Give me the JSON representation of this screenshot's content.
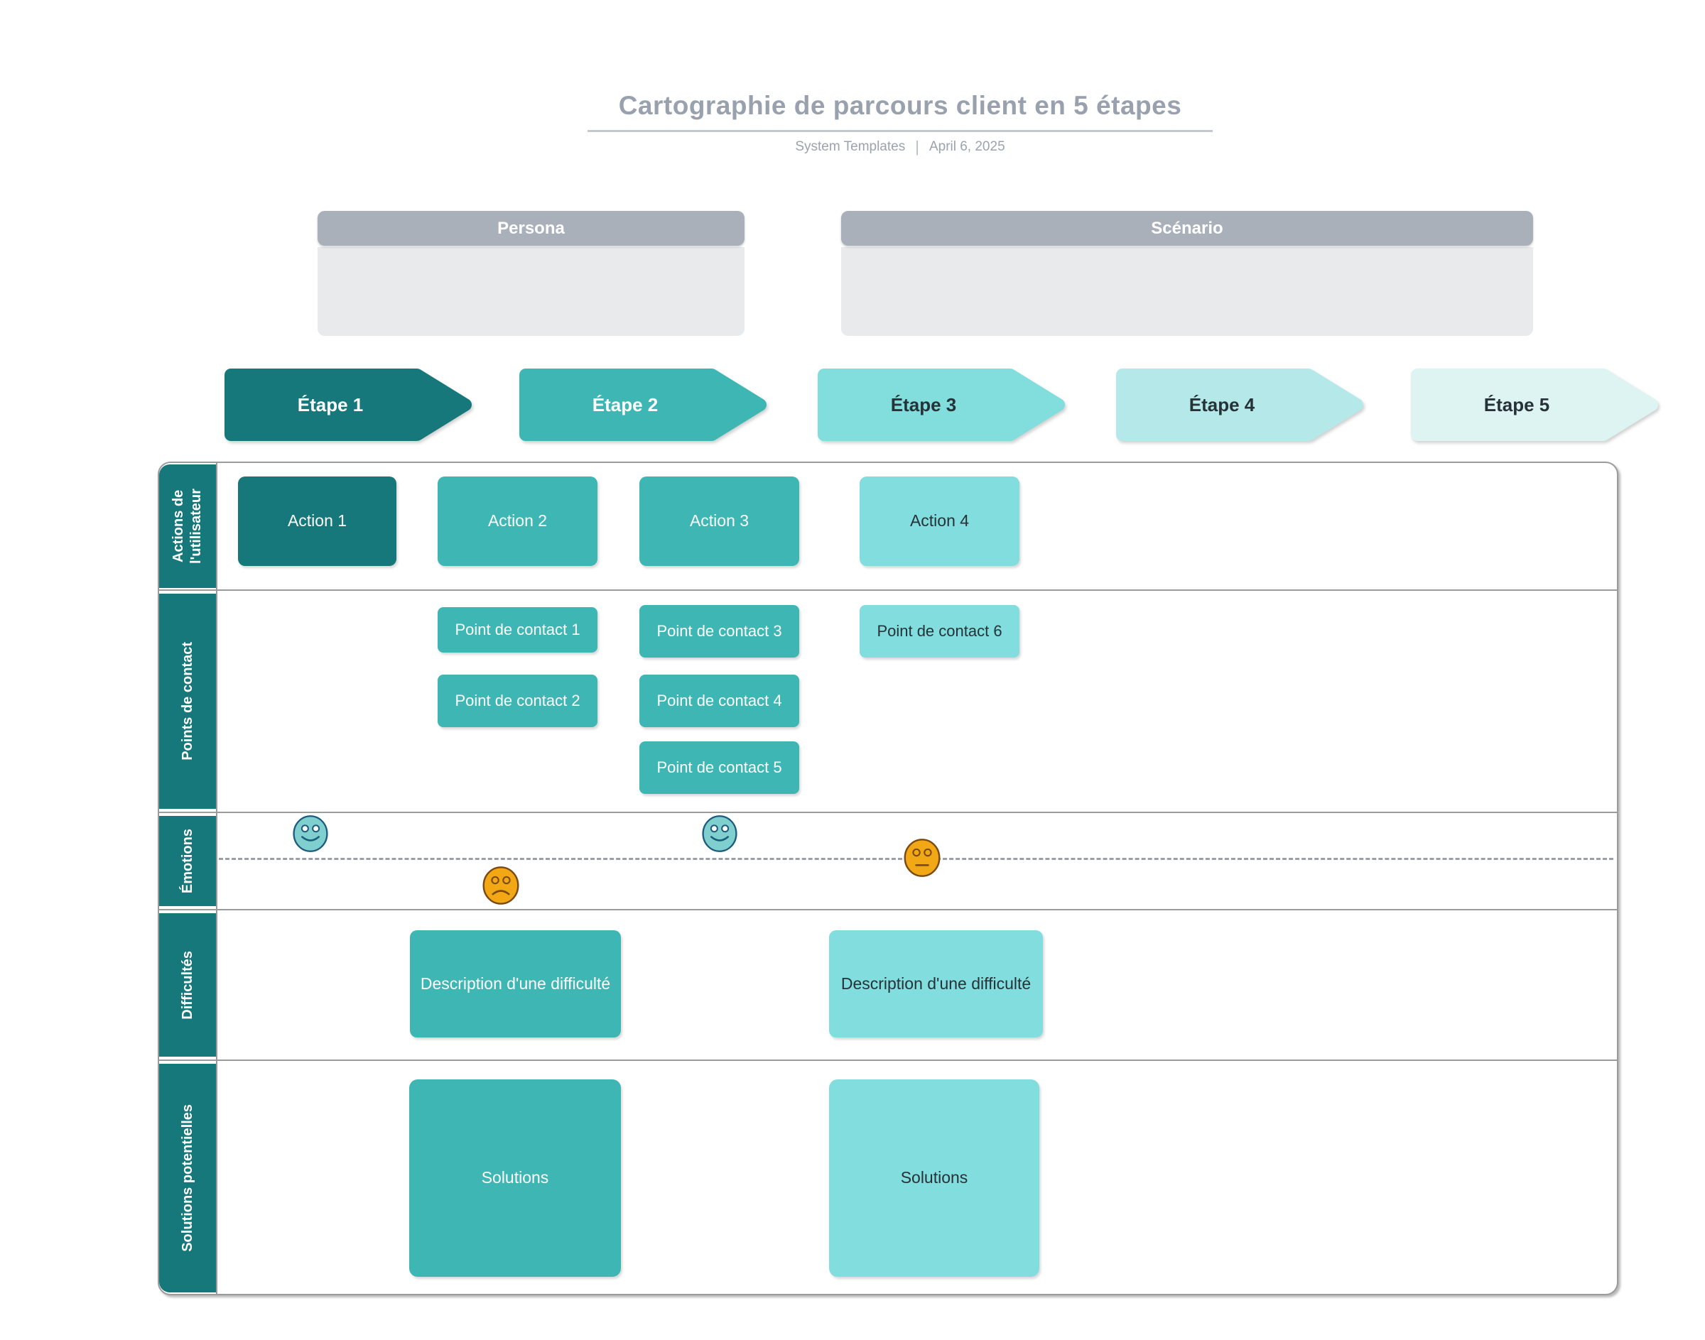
{
  "header": {
    "title": "Cartographie de parcours client en 5 étapes",
    "byline": "System Templates",
    "separator": "|",
    "date": "April 6, 2025"
  },
  "panels": {
    "persona": {
      "label": "Persona"
    },
    "scenario": {
      "label": "Scénario"
    }
  },
  "stages": [
    {
      "label": "Étape 1",
      "fill": "#17787c",
      "text_color": "#ffffff"
    },
    {
      "label": "Étape 2",
      "fill": "#3db6b4",
      "text_color": "#ffffff"
    },
    {
      "label": "Étape 3",
      "fill": "#82dddd",
      "text_color": "#263238"
    },
    {
      "label": "Étape 4",
      "fill": "#b5e9e9",
      "text_color": "#263238"
    },
    {
      "label": "Étape 5",
      "fill": "#def4f2",
      "text_color": "#263238"
    }
  ],
  "rows": [
    {
      "label": "Actions de l'utilisateur"
    },
    {
      "label": "Points de contact"
    },
    {
      "label": "Émotions"
    },
    {
      "label": "Difficultés"
    },
    {
      "label": "Solutions potentielles"
    }
  ],
  "actions": [
    {
      "label": "Action 1",
      "stage": 1,
      "fill": "#17787c"
    },
    {
      "label": "Action 2",
      "stage": 2,
      "fill": "#3db6b4"
    },
    {
      "label": "Action 3",
      "stage": 3,
      "fill": "#3db6b4"
    },
    {
      "label": "Action 4",
      "stage": 4,
      "fill": "#82dede"
    }
  ],
  "touchpoints": [
    {
      "label": "Point de contact 1",
      "stage": 2,
      "fill": "#3db6b4"
    },
    {
      "label": "Point de contact 2",
      "stage": 2,
      "fill": "#3db6b4"
    },
    {
      "label": "Point de contact 3",
      "stage": 3,
      "fill": "#3db6b4"
    },
    {
      "label": "Point de contact 4",
      "stage": 3,
      "fill": "#3db6b4"
    },
    {
      "label": "Point de contact 5",
      "stage": 3,
      "fill": "#3db6b4"
    },
    {
      "label": "Point de contact 6",
      "stage": 4,
      "fill": "#82dede"
    }
  ],
  "emotions": [
    {
      "mood": "happy",
      "position": "above-line",
      "stage": 1,
      "fill": "#7ecfcd"
    },
    {
      "mood": "sad",
      "position": "below-line",
      "stage": 2,
      "fill": "#f2a714"
    },
    {
      "mood": "happy",
      "position": "above-line",
      "stage": 3,
      "fill": "#7ecfcd"
    },
    {
      "mood": "neutral",
      "position": "on-line",
      "stage": 4,
      "fill": "#f2a714"
    }
  ],
  "difficulties": [
    {
      "label": "Description d'une difficulté",
      "stage": 2,
      "fill": "#3db6b4"
    },
    {
      "label": "Description d'une difficulté",
      "stage": 4,
      "fill": "#82dede"
    }
  ],
  "solutions": [
    {
      "label": "Solutions",
      "stage": 2,
      "fill": "#3db6b4"
    },
    {
      "label": "Solutions",
      "stage": 4,
      "fill": "#82dede"
    }
  ],
  "colors": {
    "teal_dark": "#17787c",
    "teal_mid": "#3db6b4",
    "teal_light": "#82dddd",
    "teal_pale": "#b5e9e9",
    "teal_faint": "#def4f2",
    "panel_header_gray": "#a9b0ba",
    "panel_body_gray": "#e9eaec",
    "grid_border_gray": "#9b9b9b",
    "title_gray": "#98a1ad",
    "face_teal_fill": "#7ecfcd",
    "face_teal_stroke": "#1d5c7e",
    "face_amber_fill": "#f2a714",
    "face_amber_stroke": "#7a4a12"
  }
}
